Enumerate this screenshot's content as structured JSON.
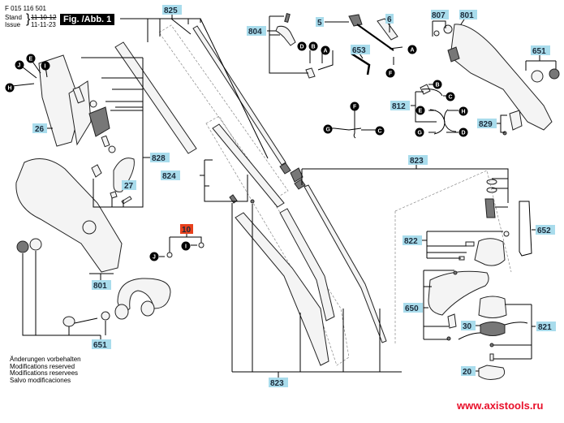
{
  "header": {
    "doc_number": "F 015 116 501",
    "stand_label": "Stand",
    "issue_label": "Issue",
    "old_date": "11-10-12",
    "date": "11-11-23",
    "figure_title": "Fig. /Abb. 1"
  },
  "notes": [
    "Änderungen vorbehalten",
    "Modifications reserved",
    "Modifications reservees",
    "Salvo modificaciones"
  ],
  "watermark": "www.axistools.ru",
  "colors": {
    "label_bg": "#a9dcec",
    "highlight_label_bg": "#e8401c",
    "watermark": "#e8102a"
  },
  "part_labels": {
    "p825": "825",
    "p804": "804",
    "p5": "5",
    "p6": "6",
    "p653": "653",
    "p807": "807",
    "p801a": "801",
    "p651a": "651",
    "p812": "812",
    "p829": "829",
    "p26": "26",
    "p828": "828",
    "p27": "27",
    "p824": "824",
    "p823a": "823",
    "p10": "10",
    "p822": "822",
    "p652": "652",
    "p650": "650",
    "p821": "821",
    "p30": "30",
    "p20": "20",
    "p801b": "801",
    "p651b": "651",
    "p823b": "823"
  },
  "connector_letters": {
    "A": "A",
    "B": "B",
    "C": "C",
    "D": "D",
    "E": "E",
    "F": "F",
    "G": "G",
    "H": "H",
    "I": "I",
    "J": "J"
  }
}
